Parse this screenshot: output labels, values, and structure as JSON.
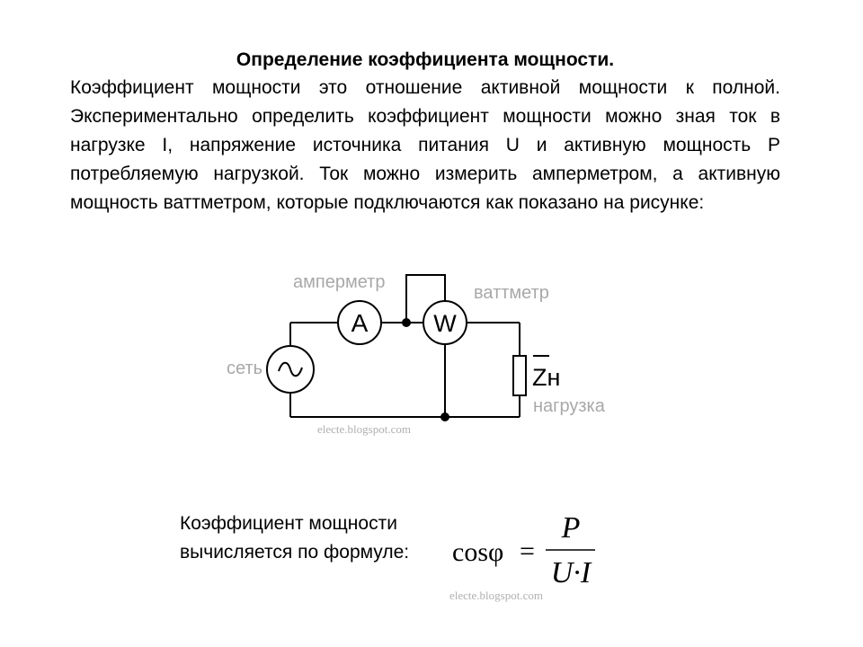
{
  "heading": "Определение коэффициента мощности.",
  "intro": "Коэффициент мощности это отношение активной мощности к полной. Экспериментально определить коэффициент мощности можно зная ток в нагрузке I, напряжение источника питания U и активную мощность P потребляемую нагрузкой. Ток можно измерить амперметром, а активную мощность ваттметром, которые подключаются как показано на рисунке:",
  "circuit": {
    "ammeter_label": "амперметр",
    "wattmeter_label": "ваттметр",
    "source_label": "сеть",
    "load_label": "нагрузка",
    "load_symbol": "Zн",
    "ammeter_symbol": "A",
    "wattmeter_symbol": "W",
    "watermark": "electe.blogspot.com"
  },
  "formula": {
    "caption": "Коэффициент мощности вычисляется по формуле:",
    "lhs": "cosφ",
    "equals": "=",
    "numerator": "P",
    "denominator": "U·I",
    "watermark": "electe.blogspot.com"
  }
}
